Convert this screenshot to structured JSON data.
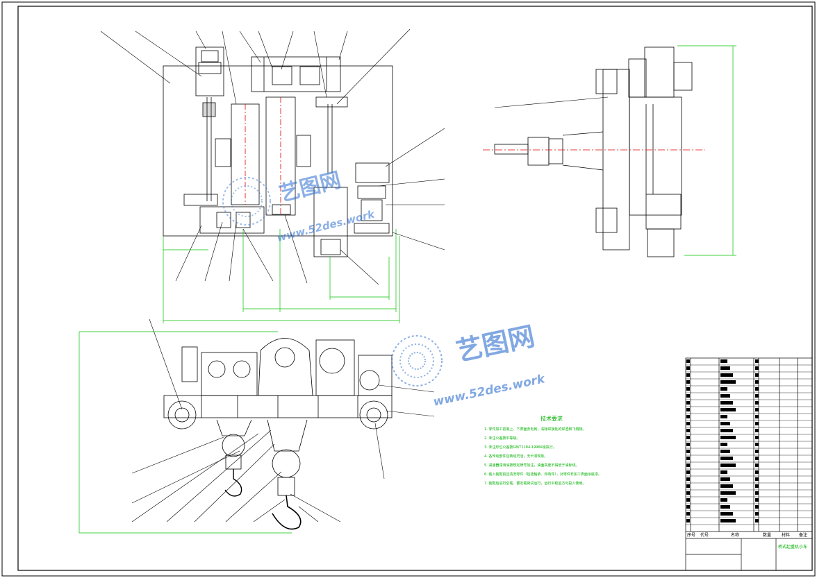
{
  "watermarks": [
    {
      "brand": "艺图网",
      "url": "www.52des.work"
    },
    {
      "brand": "艺图网",
      "url": "www.52des.work"
    }
  ],
  "technical_notes": {
    "title": "技术要求",
    "lines": [
      "1. 零件加工前需上、下表面去毛刺，清除焊接处的焊渣和飞溅物。",
      "2. 未注公差按中等级。",
      "3. 未注形位公差按GB/T1184-1996K级执行。",
      "4. 各传动部件应转动灵活，无卡滞现象。",
      "5. 减速器润滑油按规定牌号加注，油面高度不得低于油标线。",
      "6. 装入装配前应清洗零件（包括轴承、外购件），对零件非加工表面涂底漆。",
      "7. 装配后进行空载、额定载荷试运行，运行平稳后方可投入使用。"
    ]
  },
  "title_block": {
    "header_labels": [
      "序号",
      "代号",
      "名称",
      "数量",
      "材料",
      "备注"
    ],
    "drawing_name": "桥式起重机小车"
  },
  "colors": {
    "drawing_line": "#000000",
    "dimension": "#00c000",
    "centerline": "#e00000",
    "watermark": "#2f6fd0",
    "notes": "#00b000"
  }
}
